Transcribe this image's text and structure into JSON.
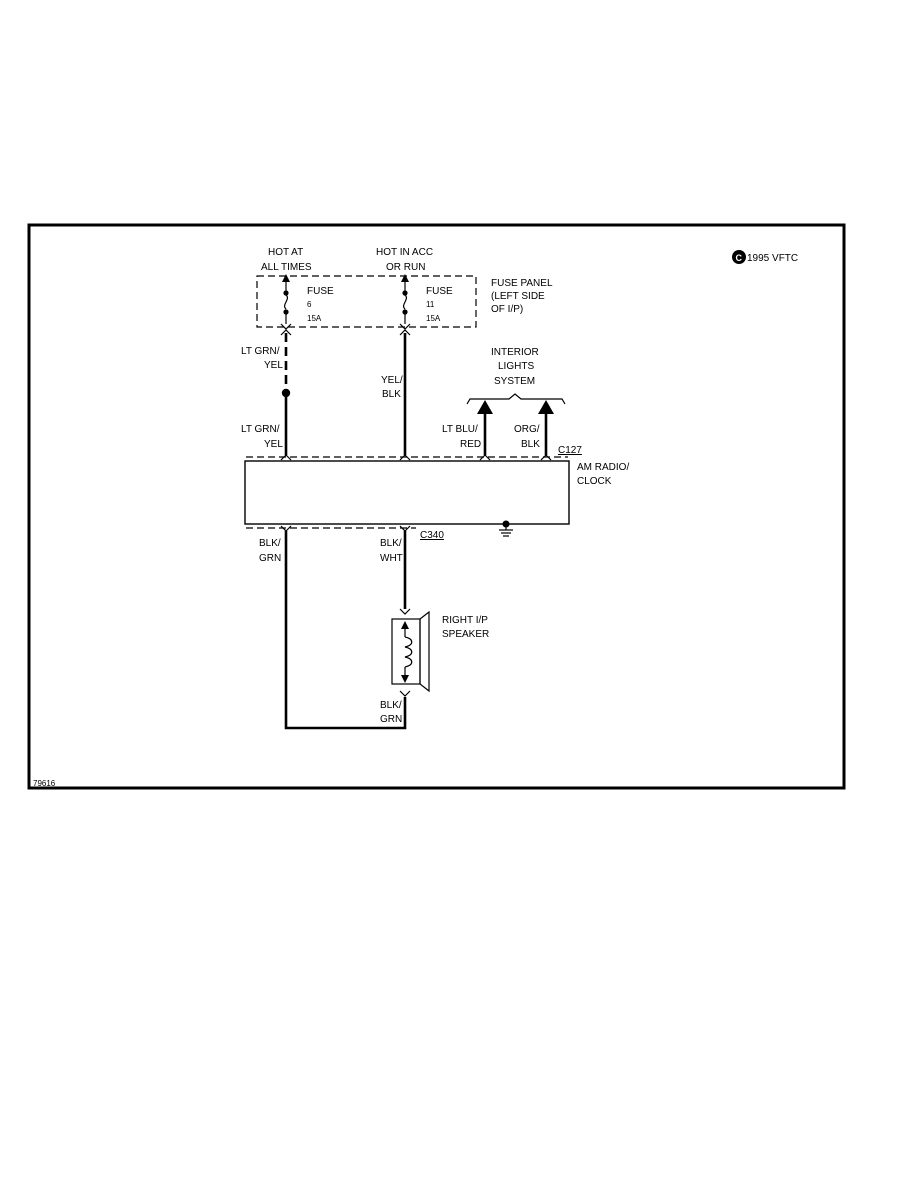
{
  "copyright": "1995 VFTC",
  "copyright_symbol": "C",
  "figure_id": "79616",
  "power": {
    "left_label_line1": "HOT AT",
    "left_label_line2": "ALL TIMES",
    "right_label_line1": "HOT IN ACC",
    "right_label_line2": "OR RUN"
  },
  "fuse_panel": {
    "label_line1": "FUSE PANEL",
    "label_line2": "(LEFT SIDE",
    "label_line3": "OF I/P)",
    "fuse_left": {
      "name": "FUSE",
      "number": "6",
      "rating": "15A"
    },
    "fuse_right": {
      "name": "FUSE",
      "number": "11",
      "rating": "15A"
    }
  },
  "wires": {
    "left_upper_line1": "LT GRN/",
    "left_upper_line2": "YEL",
    "left_lower_line1": "LT GRN/",
    "left_lower_line2": "YEL",
    "middle_line1": "YEL/",
    "middle_line2": "BLK",
    "interior_left_line1": "LT BLU/",
    "interior_left_line2": "RED",
    "interior_right_line1": "ORG/",
    "interior_right_line2": "BLK",
    "bottom_left_line1": "BLK/",
    "bottom_left_line2": "GRN",
    "bottom_mid_line1": "BLK/",
    "bottom_mid_line2": "WHT",
    "speaker_return_line1": "BLK/",
    "speaker_return_line2": "GRN"
  },
  "interior_lights": {
    "line1": "INTERIOR",
    "line2": "LIGHTS",
    "line3": "SYSTEM"
  },
  "connectors": {
    "top": "C127",
    "bottom": "C340"
  },
  "radio": {
    "line1": "AM RADIO/",
    "line2": "CLOCK"
  },
  "speaker": {
    "line1": "RIGHT I/P",
    "line2": "SPEAKER"
  }
}
